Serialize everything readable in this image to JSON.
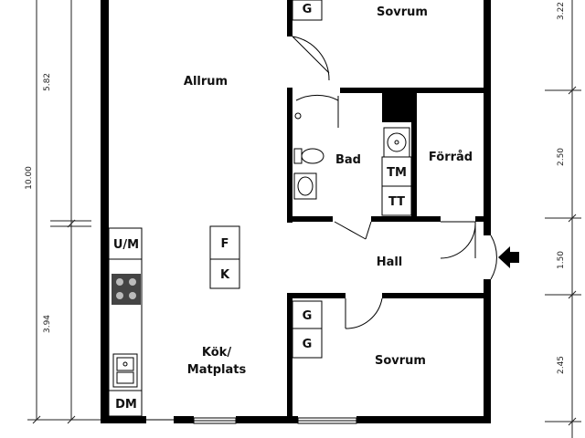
{
  "rooms": {
    "sovrum_top": "Sovrum",
    "allrum": "Allrum",
    "bad": "Bad",
    "forrad": "Förråd",
    "hall": "Hall",
    "kok_line1": "Kök/",
    "kok_line2": "Matplats",
    "sovrum_bottom": "Sovrum"
  },
  "fixtures": {
    "g_top": "G",
    "tm": "TM",
    "tt": "TT",
    "um": "U/M",
    "f": "F",
    "k": "K",
    "g_bottom_1": "G",
    "g_bottom_2": "G",
    "dm": "DM"
  },
  "dimensions": {
    "left_total": "10.00",
    "left_upper": "5.82",
    "left_lower": "3.94",
    "right_1": "3.22",
    "right_2": "2.50",
    "right_3": "1.50",
    "right_4": "2.45"
  },
  "icons": {
    "entrance": "entrance-arrow-icon",
    "stove": "stove-icon",
    "sink": "sink-icon",
    "toilet": "toilet-icon",
    "shower": "shower-icon",
    "washbasin": "washbasin-icon"
  },
  "colors": {
    "wall": "#000000",
    "background": "#ffffff",
    "stove_fill": "#444444"
  }
}
